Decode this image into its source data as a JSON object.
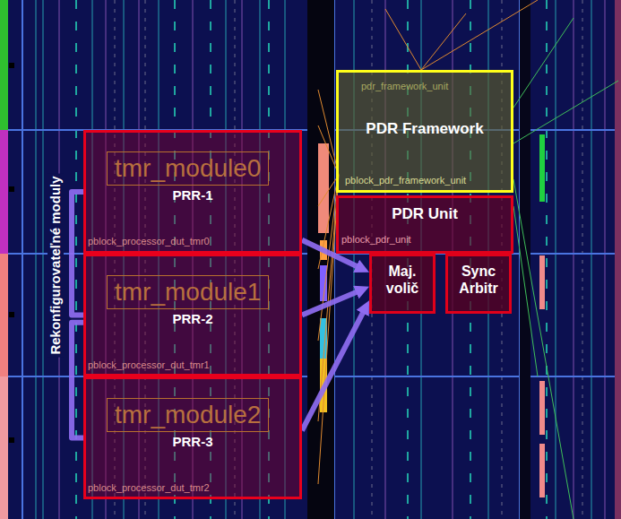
{
  "diagram": {
    "nodes": [
      {
        "text": [
          "pdr_framework_unit",
          "PDR Framework",
          "pblock_pdr_framework_unit"
        ]
      },
      {
        "text": [
          "tmr_module0",
          "PRR-1",
          "pblock_processor_dut_tmr0"
        ]
      },
      {
        "text": [
          "PDR Unit",
          "pblock_pdr_unit"
        ]
      },
      {
        "text": [
          "Maj. volič"
        ]
      },
      {
        "text": [
          "Sync Arbitr"
        ]
      },
      {
        "text": [
          "tmr_module1",
          "PRR-2",
          "pblock_processor_dut_tmr1"
        ]
      },
      {
        "text": [
          "tmr_module2",
          "PRR-3",
          "pblock_processor_dut_tmr2"
        ]
      }
    ],
    "edges": [
      {
        "from": 1,
        "to": 3,
        "arrow": "to"
      },
      {
        "from": 5,
        "to": 3,
        "arrow": "to"
      },
      {
        "from": 6,
        "to": 3,
        "arrow": "to"
      },
      {
        "from": 1,
        "to": 5,
        "arrow": "none"
      },
      {
        "from": 5,
        "to": 6,
        "arrow": "none"
      }
    ],
    "labels": [
      "Rekonfigurovateľné moduly"
    ]
  }
}
